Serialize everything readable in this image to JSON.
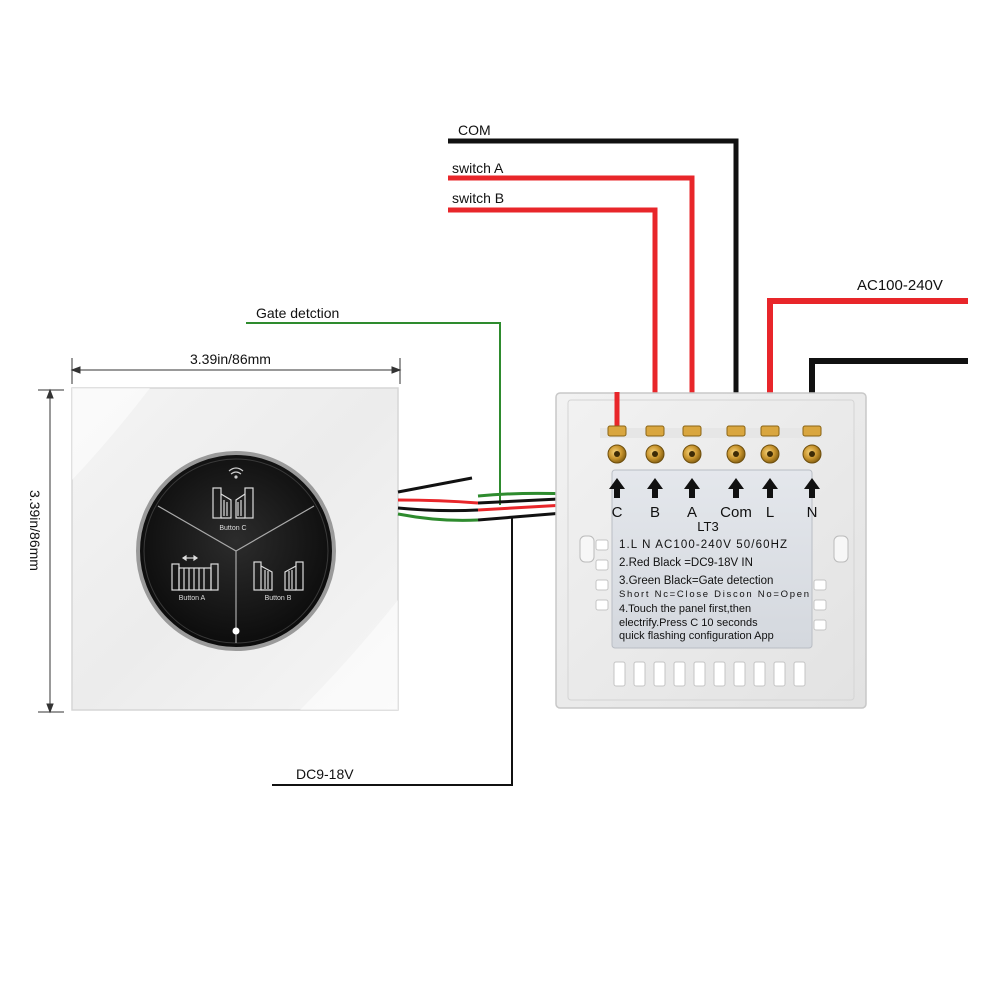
{
  "wires": {
    "com_label": "COM",
    "switch_a_label": "switch A",
    "switch_b_label": "switch B",
    "gate_detection_label": "Gate detction",
    "ac_label": "AC100-240V",
    "dc_label": "DC9-18V"
  },
  "dimensions": {
    "width": "3.39in/86mm",
    "height": "3.39in/86mm"
  },
  "panel": {
    "button_c": "Button C",
    "button_a": "Button A",
    "button_b": "Button B"
  },
  "module": {
    "terminals": [
      "C",
      "B",
      "A",
      "Com",
      "L",
      "N"
    ],
    "model": "LT3",
    "lines": [
      "1.L N AC100-240V 50/60HZ",
      "2.Red Black =DC9-18V IN",
      "3.Green Black=Gate detection",
      "Short Nc=Close     Discon No=Open",
      "4.Touch the panel first,then",
      "electrify.Press C 10 seconds",
      "quick flashing configuration App"
    ]
  },
  "colors": {
    "red_wire": "#e8262a",
    "black_wire": "#111111",
    "green_wire": "#2e8b2e",
    "label_panel": "#dfe2e8"
  }
}
